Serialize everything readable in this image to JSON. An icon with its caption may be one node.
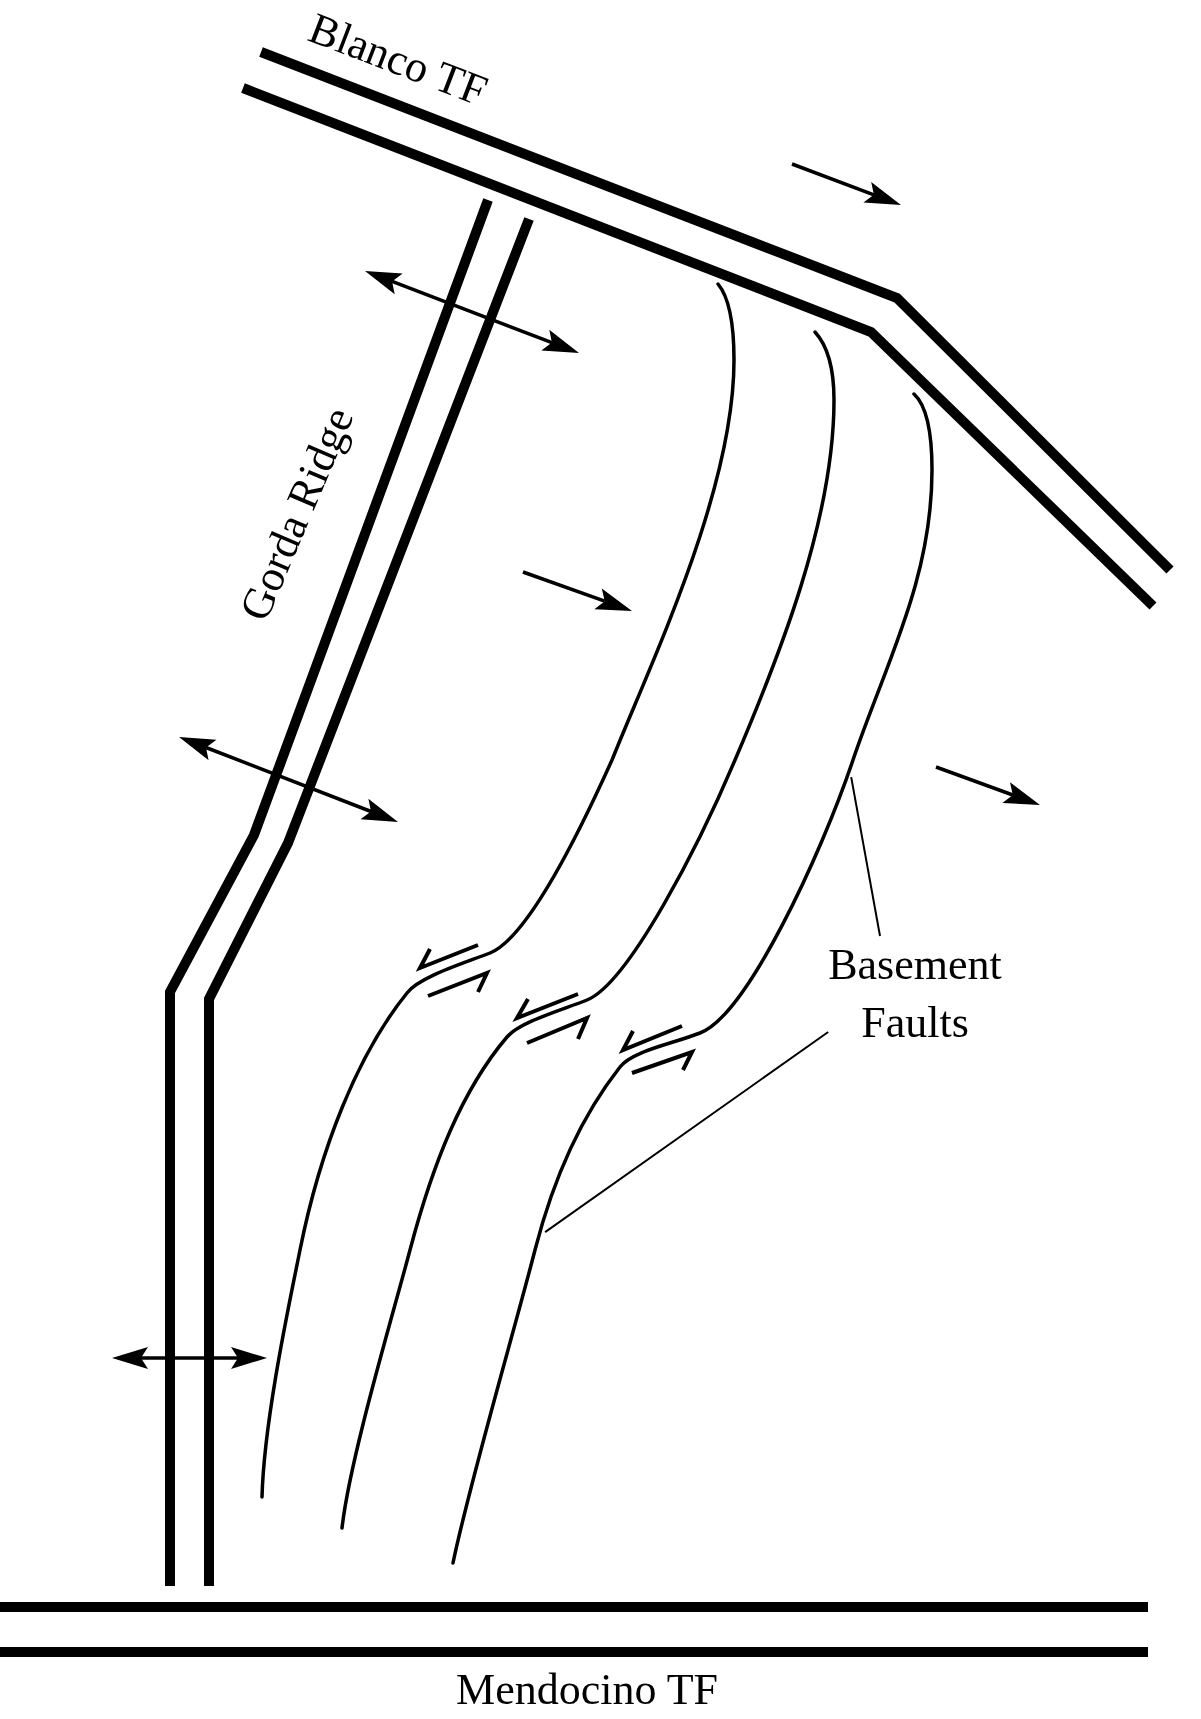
{
  "diagram": {
    "nodes": [
      {
        "text": [
          "Basement Faults"
        ]
      },
      {
        "text": [],
        "shape": "line"
      }
    ],
    "edges": [
      {
        "from": 0,
        "to": 1,
        "arrow": "none"
      },
      {
        "from": 0,
        "to": 1,
        "arrow": "none"
      }
    ],
    "labels": [
      "Blanco TF",
      "Gorda Ridge",
      "Mendocino TF"
    ]
  }
}
